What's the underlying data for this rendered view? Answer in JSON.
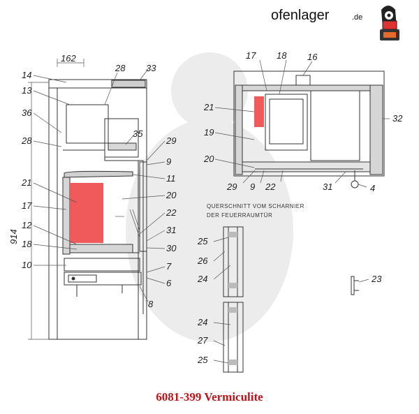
{
  "brand": {
    "name": "ofenlager",
    "suffix": ".de"
  },
  "caption": "6081-399 Vermiculite",
  "section_note": [
    "QUERSCHNITT VOM SCHARNIER",
    "DER FEUERRAUMTÜR"
  ],
  "dimensions": {
    "width": "162",
    "height": "914"
  },
  "colors": {
    "highlight": "#f05a5a",
    "caption": "#c0141b"
  },
  "labels": {
    "l14": "14",
    "l13": "13",
    "l28a": "28",
    "l33": "33",
    "l36": "36",
    "l35": "35",
    "l28b": "28",
    "l29a": "29",
    "l9a": "9",
    "l11": "11",
    "l21a": "21",
    "l20a": "20",
    "l17a": "17",
    "l22a": "22",
    "l12": "12",
    "l31a": "31",
    "l18a": "18",
    "l30": "30",
    "l10": "10",
    "l7": "7",
    "l6": "6",
    "l8": "8",
    "l17b": "17",
    "l18b": "18",
    "l16": "16",
    "l21b": "21",
    "l32": "32",
    "l19": "19",
    "l20b": "20",
    "l29b": "29",
    "l9b": "9",
    "l22b": "22",
    "l31b": "31",
    "l4": "4",
    "l25a": "25",
    "l26": "26",
    "l24a": "24",
    "l23": "23",
    "l24b": "24",
    "l27": "27",
    "l25b": "25"
  }
}
